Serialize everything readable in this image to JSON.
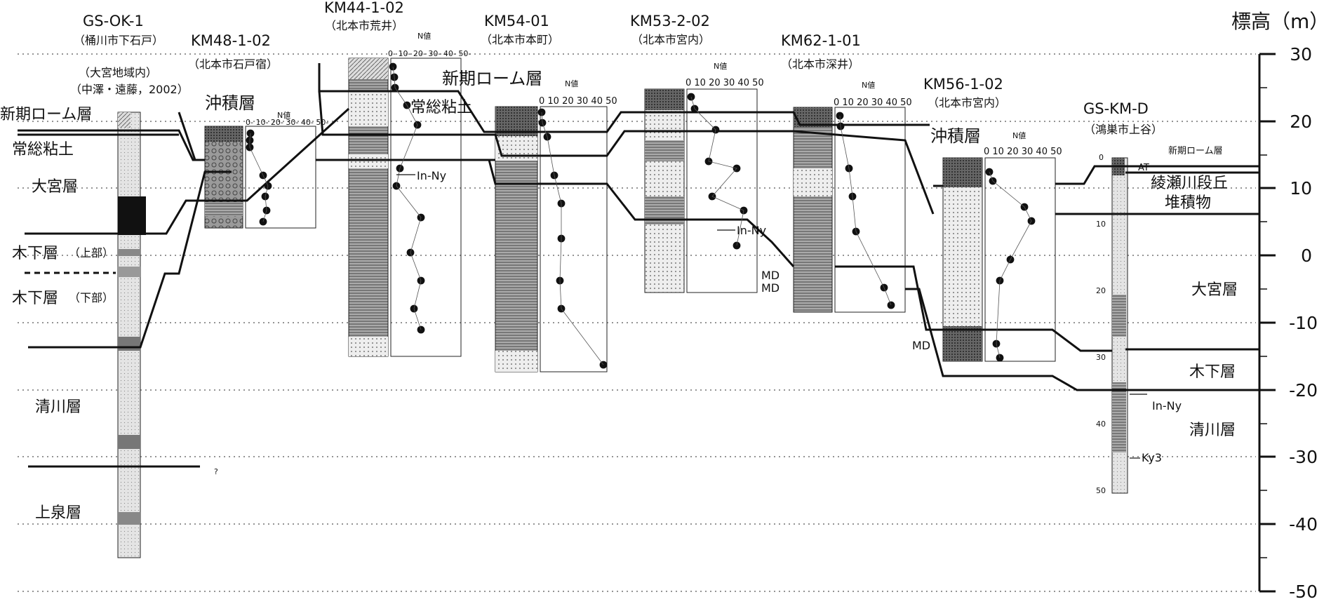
{
  "axis": {
    "title": "標高（m）",
    "ticks": [
      "30",
      "20",
      "10",
      "0",
      "-10",
      "-20",
      "-30",
      "-40",
      "-50"
    ]
  },
  "boreholes": [
    {
      "id": "gs-ok-1",
      "name": "GS-OK-1",
      "location": "（桶川市下石戸）",
      "note1": "（大宮地域内）",
      "note2": "（中澤・遠藤，2002）"
    },
    {
      "id": "km48",
      "name": "KM48-1-02",
      "location": "（北本市石戸宿）"
    },
    {
      "id": "km44",
      "name": "KM44-1-02",
      "location": "（北本市荒井）"
    },
    {
      "id": "km54",
      "name": "KM54-01",
      "location": "（北本市本町）"
    },
    {
      "id": "km53",
      "name": "KM53-2-02",
      "location": "（北本市宮内）"
    },
    {
      "id": "km62",
      "name": "KM62-1-01",
      "location": "（北本市深井）"
    },
    {
      "id": "km56",
      "name": "KM56-1-02",
      "location": "（北本市宮内）"
    },
    {
      "id": "gs-km-d",
      "name": "GS-KM-D",
      "location": "（鴻巣市上谷）"
    }
  ],
  "layers_left": {
    "shinki_loam": "新期ローム層",
    "joso_clay": "常総粘土",
    "omiya": "大宮層",
    "kioroshi_upper": "木下層",
    "kioroshi_upper_tag": "（上部）",
    "kioroshi_lower": "木下層",
    "kioroshi_lower_tag": "（下部）",
    "kiyokawa": "清川層",
    "kamiizumi": "上泉層"
  },
  "layers_mid": {
    "alluvium_km48": "沖積層",
    "shinki_loam_km54": "新期ローム層",
    "joso_clay_km44": "常総粘土",
    "alluvium_km56": "沖積層"
  },
  "layers_right": {
    "shinki_loam": "新期ローム層",
    "at": "AT",
    "ayasegawa1": "綾瀬川段丘",
    "ayasegawa2": "堆積物",
    "omiya": "大宮層",
    "kioroshi": "木下層",
    "in_ny": "In-Ny",
    "kiyokawa": "清川層",
    "ky3": "Ky3"
  },
  "markers": {
    "in_ny": "In-Ny",
    "md": "MD",
    "question": "?"
  },
  "n_value": {
    "title": "N値",
    "scale_a": "0- 10- 20- 30- 40- 50-",
    "scale_b": "0 10 20 30 40 50"
  },
  "depth_ticks": [
    "0",
    "10",
    "20",
    "30",
    "40",
    "50"
  ]
}
